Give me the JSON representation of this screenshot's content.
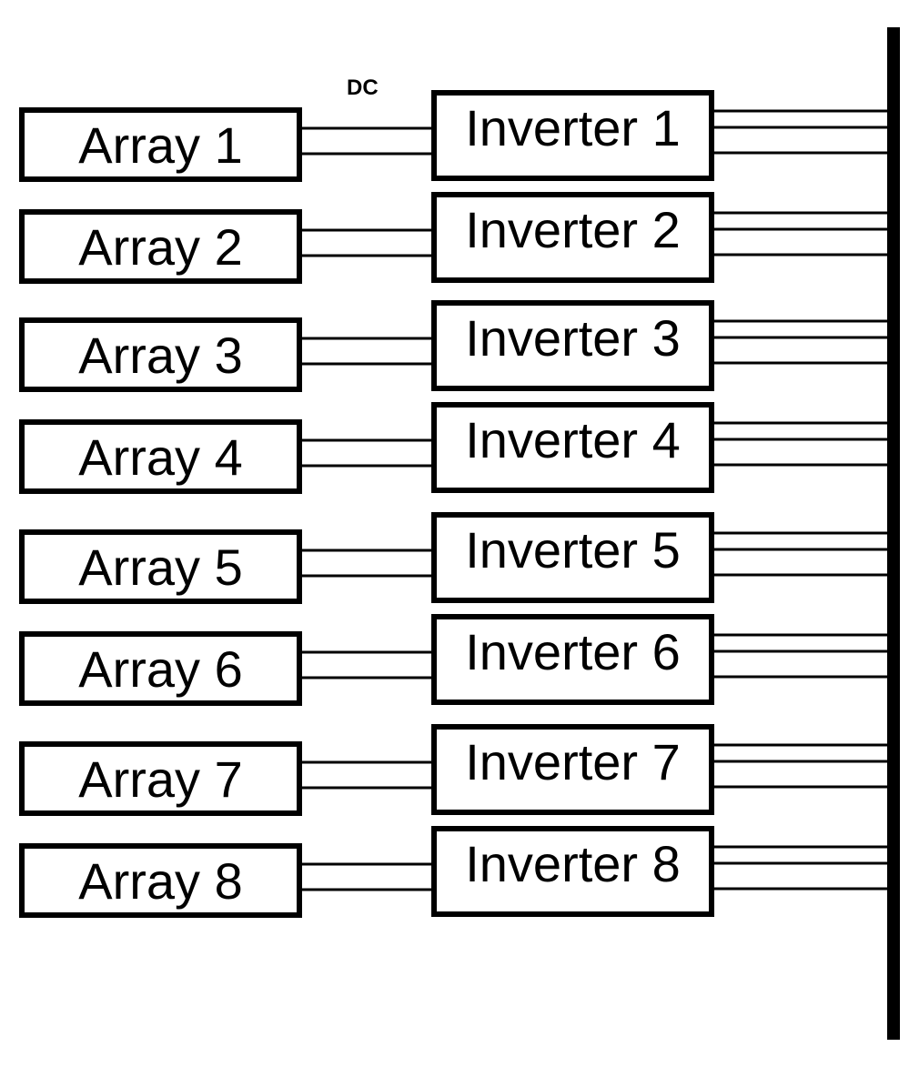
{
  "diagram": {
    "dc_label": "DC",
    "rows": [
      {
        "array_label": "Array 1",
        "inverter_label": "Inverter 1"
      },
      {
        "array_label": "Array 2",
        "inverter_label": "Inverter 2"
      },
      {
        "array_label": "Array 3",
        "inverter_label": "Inverter 3"
      },
      {
        "array_label": "Array 4",
        "inverter_label": "Inverter 4"
      },
      {
        "array_label": "Array 5",
        "inverter_label": "Inverter 5"
      },
      {
        "array_label": "Array 6",
        "inverter_label": "Inverter 6"
      },
      {
        "array_label": "Array 7",
        "inverter_label": "Inverter 7"
      },
      {
        "array_label": "Array 8",
        "inverter_label": "Inverter 8"
      }
    ]
  }
}
